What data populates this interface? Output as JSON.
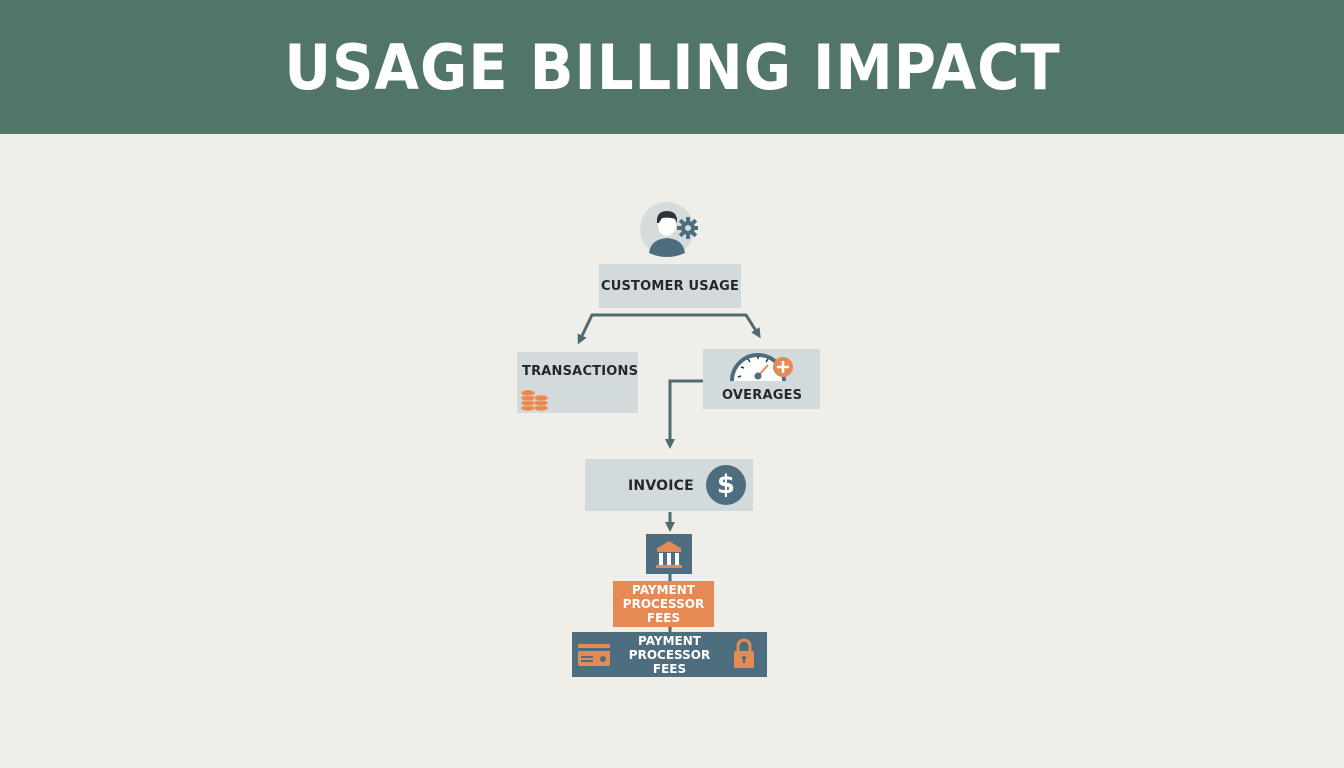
{
  "header": {
    "title": "USAGE BILLING IMPACT"
  },
  "colors": {
    "header_bg": "#52756a",
    "page_bg": "#efeee9",
    "box_gray": "#d3dadb",
    "slate_blue": "#4e6e80",
    "orange": "#e58a55",
    "line": "#4f6a70"
  },
  "nodes": {
    "customer": {
      "label": "CUSTOMER USAGE",
      "icon": "user-gear-icon"
    },
    "transactions": {
      "label": "TRANSACTIONS",
      "icon": "coins-icon"
    },
    "overages": {
      "label": "OVERAGES",
      "icon": "gauge-plus-icon"
    },
    "invoice": {
      "label": "INVOICE",
      "icon": "dollar-icon"
    },
    "bank": {
      "icon": "bank-icon"
    },
    "fees_orange": {
      "line1": "PAYMENT",
      "line2": "PROCESSOR",
      "line3": "FEES"
    },
    "fees_blue": {
      "line1": "PAYMENT",
      "line2": "PROCESSOR",
      "line3": "FEES",
      "icons": [
        "credit-card-icon",
        "lock-icon"
      ]
    }
  },
  "edges": [
    {
      "from": "customer",
      "to": "transactions"
    },
    {
      "from": "customer",
      "to": "overages"
    },
    {
      "from": "overages",
      "to": "invoice"
    },
    {
      "from": "invoice",
      "to": "bank"
    },
    {
      "from": "bank",
      "to": "fees_orange"
    },
    {
      "from": "fees_orange",
      "to": "fees_blue"
    }
  ]
}
